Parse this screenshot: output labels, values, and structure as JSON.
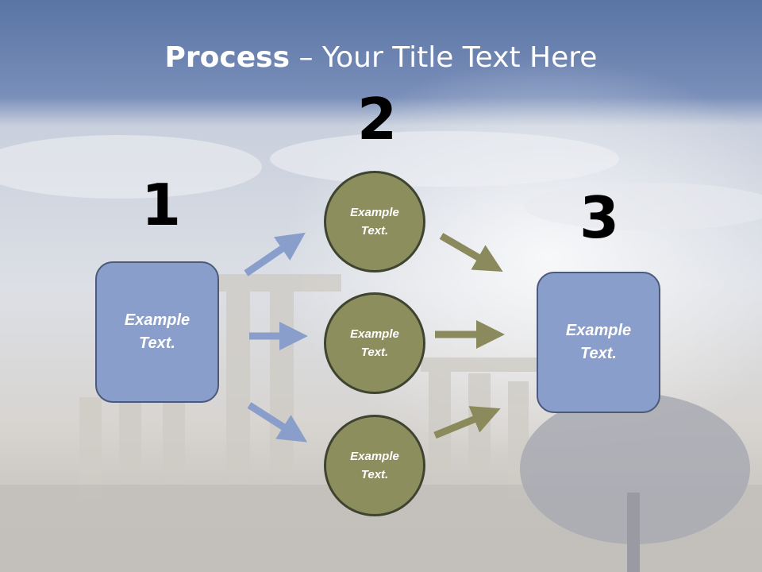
{
  "title": {
    "bold": "Process",
    "rest": " – Your Title Text Here"
  },
  "steps": [
    {
      "number": "1"
    },
    {
      "number": "2"
    },
    {
      "number": "3"
    }
  ],
  "left_box": {
    "line1": "Example",
    "line2": "Text."
  },
  "circles": [
    {
      "line1": "Example",
      "line2": "Text."
    },
    {
      "line1": "Example",
      "line2": "Text."
    },
    {
      "line1": "Example",
      "line2": "Text."
    }
  ],
  "right_box": {
    "line1": "Example",
    "line2": "Text."
  },
  "colors": {
    "blue_arrow": "#8a9ecb",
    "olive_arrow": "#8b8a5c",
    "box_fill": "#8a9ecb",
    "circle_fill": "#8d8e5e"
  }
}
